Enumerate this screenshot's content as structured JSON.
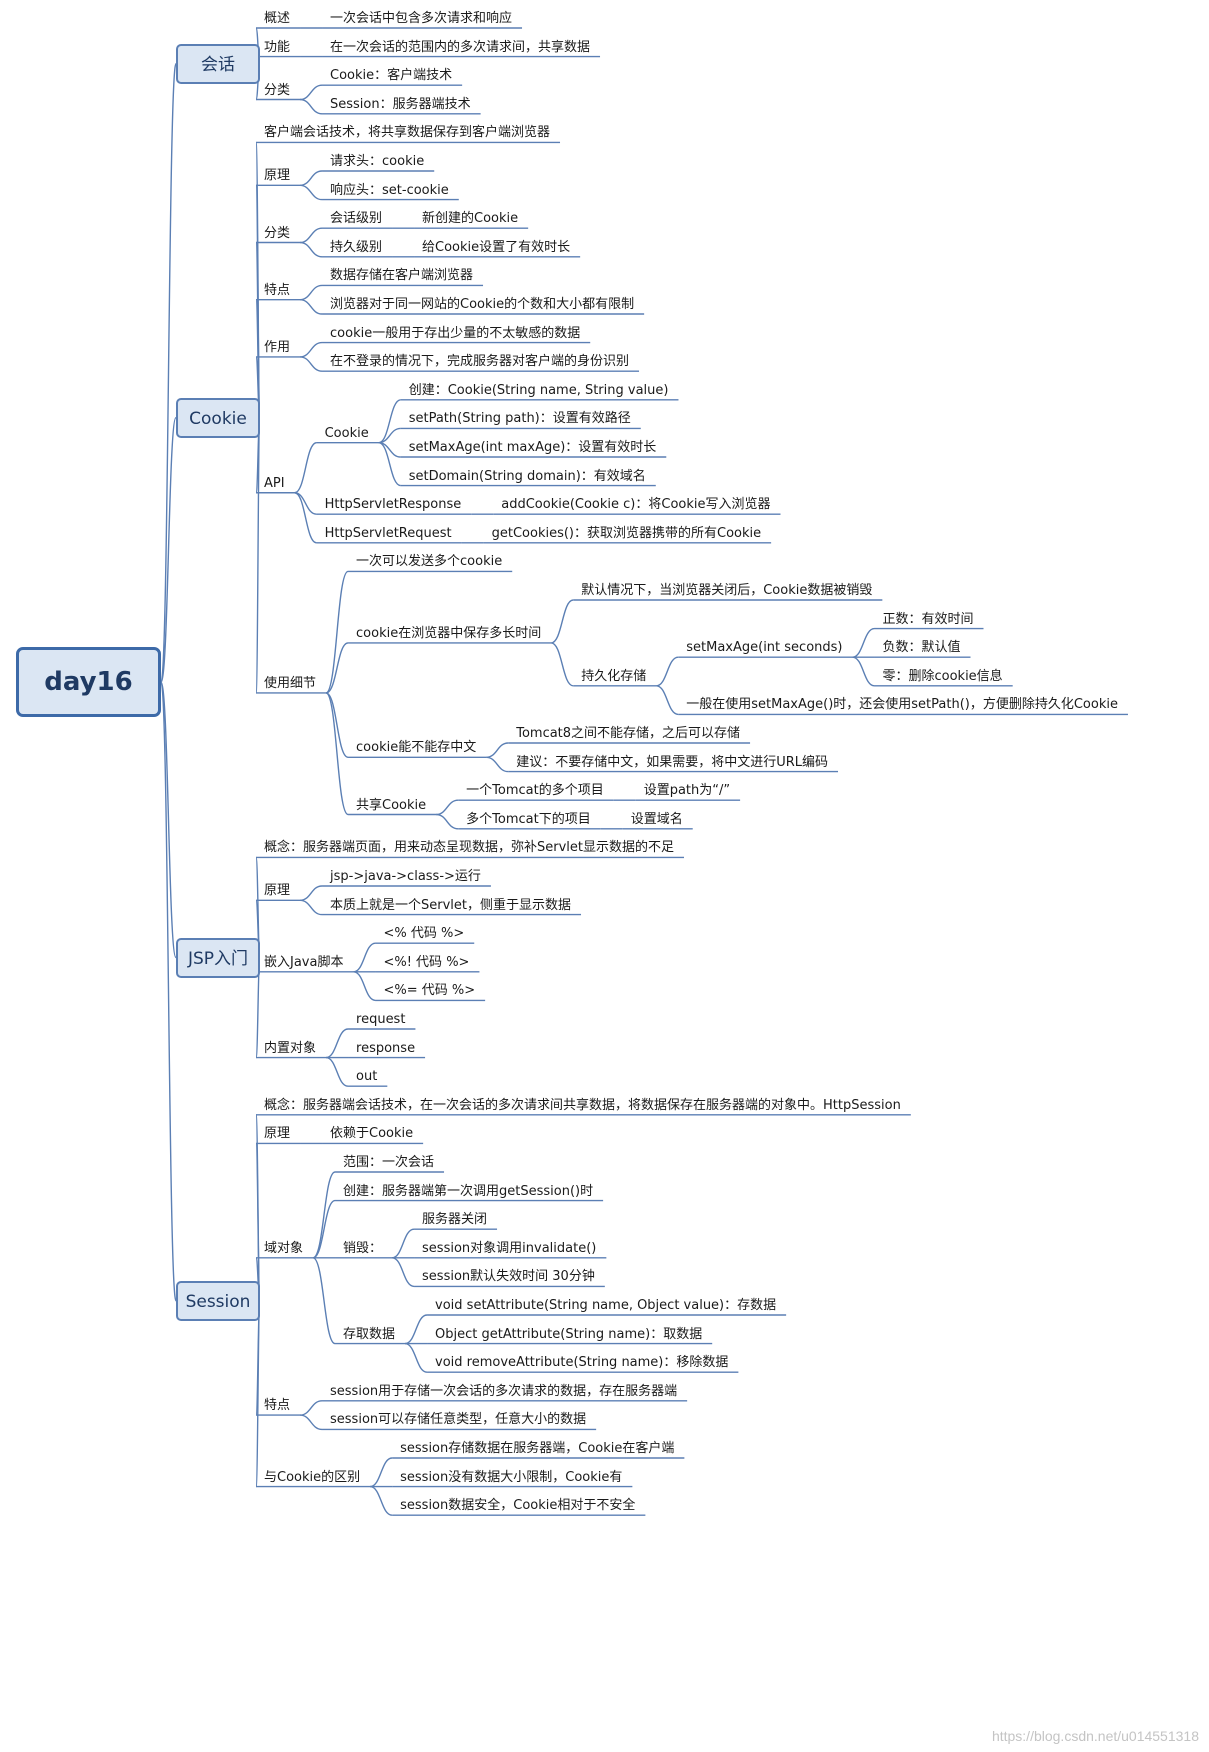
{
  "root": "day16",
  "watermark": "https://blog.csdn.net/u014551318",
  "colors": {
    "line": "#5b7fb4",
    "node_fill": "#dbe6f3",
    "node_border": "#5b7fb4",
    "root_border": "#3d6aa8"
  },
  "topics": [
    {
      "title": "会话",
      "children": [
        {
          "text": "概述",
          "children": [
            {
              "text": "一次会话中包含多次请求和响应"
            }
          ]
        },
        {
          "text": "功能",
          "children": [
            {
              "text": "在一次会话的范围内的多次请求间，共享数据"
            }
          ]
        },
        {
          "text": "分类",
          "children": [
            {
              "text": "Cookie：客户端技术"
            },
            {
              "text": "Session：服务器端技术"
            }
          ]
        }
      ]
    },
    {
      "title": "Cookie",
      "children": [
        {
          "text": "客户端会话技术，将共享数据保存到客户端浏览器"
        },
        {
          "text": "原理",
          "children": [
            {
              "text": "请求头：cookie"
            },
            {
              "text": "响应头：set-cookie"
            }
          ]
        },
        {
          "text": "分类",
          "children": [
            {
              "text": "会话级别",
              "children": [
                {
                  "text": "新创建的Cookie"
                }
              ]
            },
            {
              "text": "持久级别",
              "children": [
                {
                  "text": "给Cookie设置了有效时长"
                }
              ]
            }
          ]
        },
        {
          "text": "特点",
          "children": [
            {
              "text": "数据存储在客户端浏览器"
            },
            {
              "text": "浏览器对于同一网站的Cookie的个数和大小都有限制"
            }
          ]
        },
        {
          "text": "作用",
          "children": [
            {
              "text": "cookie一般用于存出少量的不太敏感的数据"
            },
            {
              "text": "在不登录的情况下，完成服务器对客户端的身份识别"
            }
          ]
        },
        {
          "text": "API",
          "children": [
            {
              "text": "Cookie",
              "children": [
                {
                  "text": "创建：Cookie(String name, String value)"
                },
                {
                  "text": "setPath(String path)：设置有效路径"
                },
                {
                  "text": "setMaxAge(int maxAge)：设置有效时长"
                },
                {
                  "text": "setDomain(String domain)：有效域名"
                }
              ]
            },
            {
              "text": "HttpServletResponse",
              "children": [
                {
                  "text": "addCookie(Cookie c)：将Cookie写入浏览器"
                }
              ]
            },
            {
              "text": "HttpServletRequest",
              "children": [
                {
                  "text": "getCookies()：获取浏览器携带的所有Cookie"
                }
              ]
            }
          ]
        },
        {
          "text": "使用细节",
          "children": [
            {
              "text": "一次可以发送多个cookie"
            },
            {
              "text": "cookie在浏览器中保存多长时间",
              "children": [
                {
                  "text": "默认情况下，当浏览器关闭后，Cookie数据被销毁"
                },
                {
                  "text": "持久化存储",
                  "children": [
                    {
                      "text": "setMaxAge(int seconds)",
                      "children": [
                        {
                          "text": "正数：有效时间"
                        },
                        {
                          "text": "负数：默认值"
                        },
                        {
                          "text": "零：删除cookie信息"
                        }
                      ]
                    },
                    {
                      "text": "一般在使用setMaxAge()时，还会使用setPath()，方便删除持久化Cookie"
                    }
                  ]
                }
              ]
            },
            {
              "text": "cookie能不能存中文",
              "children": [
                {
                  "text": "Tomcat8之间不能存储，之后可以存储"
                },
                {
                  "text": "建议：不要存储中文，如果需要，将中文进行URL编码"
                }
              ]
            },
            {
              "text": "共享Cookie",
              "children": [
                {
                  "text": "一个Tomcat的多个项目",
                  "children": [
                    {
                      "text": "设置path为“/”"
                    }
                  ]
                },
                {
                  "text": "多个Tomcat下的项目",
                  "children": [
                    {
                      "text": "设置域名"
                    }
                  ]
                }
              ]
            }
          ]
        }
      ]
    },
    {
      "title": "JSP入门",
      "children": [
        {
          "text": "概念：服务器端页面，用来动态呈现数据，弥补Servlet显示数据的不足"
        },
        {
          "text": "原理",
          "children": [
            {
              "text": "jsp->java->class->运行"
            },
            {
              "text": "本质上就是一个Servlet，侧重于显示数据"
            }
          ]
        },
        {
          "text": "嵌入Java脚本",
          "children": [
            {
              "text": "<% 代码 %>"
            },
            {
              "text": "<%! 代码 %>"
            },
            {
              "text": "<%= 代码 %>"
            }
          ]
        },
        {
          "text": "内置对象",
          "children": [
            {
              "text": "request"
            },
            {
              "text": "response"
            },
            {
              "text": "out"
            }
          ]
        }
      ]
    },
    {
      "title": "Session",
      "children": [
        {
          "text": "概念：服务器端会话技术，在一次会话的多次请求间共享数据，将数据保存在服务器端的对象中。HttpSession"
        },
        {
          "text": "原理",
          "children": [
            {
              "text": "依赖于Cookie"
            }
          ]
        },
        {
          "text": "域对象",
          "children": [
            {
              "text": "范围：一次会话"
            },
            {
              "text": "创建：服务器端第一次调用getSession()时"
            },
            {
              "text": "销毁：",
              "children": [
                {
                  "text": "服务器关闭"
                },
                {
                  "text": "session对象调用invalidate()"
                },
                {
                  "text": "session默认失效时间 30分钟"
                }
              ]
            },
            {
              "text": "存取数据",
              "children": [
                {
                  "text": "void setAttribute(String name, Object value)：存数据"
                },
                {
                  "text": "Object getAttribute(String name)：取数据"
                },
                {
                  "text": "void removeAttribute(String name)：移除数据"
                }
              ]
            }
          ]
        },
        {
          "text": "特点",
          "children": [
            {
              "text": "session用于存储一次会话的多次请求的数据，存在服务器端"
            },
            {
              "text": "session可以存储任意类型，任意大小的数据"
            }
          ]
        },
        {
          "text": "与Cookie的区别",
          "children": [
            {
              "text": "session存储数据在服务器端，Cookie在客户端"
            },
            {
              "text": "session没有数据大小限制，Cookie有"
            },
            {
              "text": "session数据安全，Cookie相对于不安全"
            }
          ]
        }
      ]
    }
  ]
}
